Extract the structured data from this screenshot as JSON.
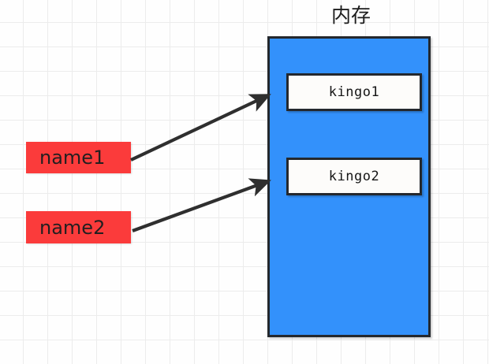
{
  "diagram": {
    "title": "内存",
    "memory_block": {
      "name": "memory-container",
      "fill_color": "#3391fb",
      "border_color": "#24282d"
    },
    "slots": [
      {
        "label": "kingo1"
      },
      {
        "label": "kingo2"
      }
    ],
    "variables": [
      {
        "label": "name1",
        "fill_color": "#fb3b3b"
      },
      {
        "label": "name2",
        "fill_color": "#fb3b3b"
      }
    ],
    "arrows": [
      {
        "name": "arrow-name1-to-kingo1",
        "from": "name1",
        "to": "kingo1",
        "color": "#2f2f2f"
      },
      {
        "name": "arrow-name2-to-kingo2",
        "from": "name2",
        "to": "kingo2",
        "color": "#2f2f2f"
      }
    ],
    "background": {
      "grid": "on",
      "grid_color": "#ececec",
      "canvas_color": "#fefefe"
    }
  }
}
